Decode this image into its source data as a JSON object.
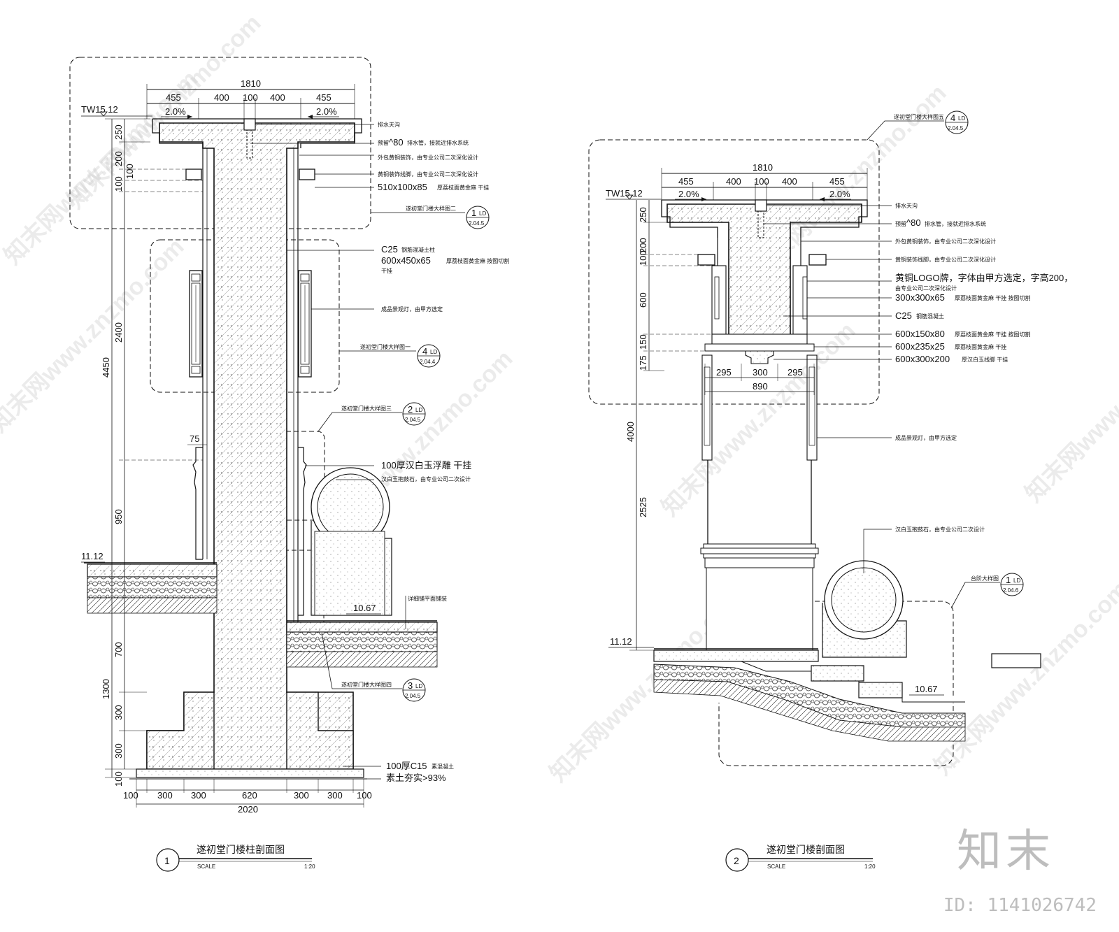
{
  "watermark": {
    "text": "知末网www.znzmo.com",
    "brand": "知末",
    "id_label": "ID: 1141026742"
  },
  "drawing1": {
    "number": "1",
    "title": "遂初堂门楼柱剖面图",
    "scale_label": "SCALE",
    "scale_value": "1:20",
    "top_dims": {
      "total": "1810",
      "d1": "455",
      "d2": "400",
      "d3": "100",
      "d4": "400",
      "d5": "455"
    },
    "slopes": {
      "left": "2.0%",
      "right": "2.0%"
    },
    "level_top": "TW15.12",
    "level_ground": "11.12",
    "level_step": "10.67",
    "left_dims": {
      "d250": "250",
      "d200": "200",
      "d100a": "100",
      "d100b": "100",
      "d2400": "2400",
      "d4450": "4450",
      "d950": "950",
      "d700": "700",
      "d1300": "1300",
      "d300a": "300",
      "d300b": "300",
      "d100c": "100"
    },
    "small_dim_75": "75",
    "bottom_dims": {
      "a": "100",
      "b": "300",
      "c": "300",
      "d": "620",
      "e": "300",
      "f": "300",
      "g": "100",
      "total": "2020"
    },
    "notes": {
      "n1": "排水天沟",
      "n2": "预留",
      "n2b": "^80",
      "n2c": "排水管，接就近排水系统",
      "n3": "外包黄铜装饰，由专业公司二次深化设计",
      "n4": "黄铜装饰线脚，由专业公司二次深化设计",
      "n5": "510x100x85",
      "n5b": "厚荔枝面黄金麻 干挂",
      "n6": "C25",
      "n6b": "钢筋混凝土柱",
      "n7": "600x450x65",
      "n7b": "厚荔枝面黄金麻 按图切割",
      "n7c": "干挂",
      "n8": "成品景观灯，由甲方选定",
      "n9": "100厚汉白玉浮雕 干挂",
      "n10": "汉白玉抱鼓石，由专业公司二次设计",
      "n11": "详细铺平面铺装",
      "n12": "100厚C15",
      "n12b": "素混凝土",
      "n13": "素土夯实>93%"
    },
    "callouts": [
      {
        "label": "遂初堂门楼大样图二",
        "num": "1",
        "tag": "LD",
        "ref": "2.04.5"
      },
      {
        "label": "遂初堂门楼大样图一",
        "num": "4",
        "tag": "LD",
        "ref": "2.04.4"
      },
      {
        "label": "遂初堂门楼大样图三",
        "num": "2",
        "tag": "LD",
        "ref": "2.04.5"
      },
      {
        "label": "遂初堂门楼大样图四",
        "num": "3",
        "tag": "LD",
        "ref": "2.04.5"
      }
    ]
  },
  "drawing2": {
    "number": "2",
    "title": "遂初堂门楼剖面图",
    "scale_label": "SCALE",
    "scale_value": "1:20",
    "top_dims": {
      "total": "1810",
      "d1": "455",
      "d2": "400",
      "d3": "100",
      "d4": "400",
      "d5": "455"
    },
    "slopes": {
      "left": "2.0%",
      "right": "2.0%"
    },
    "level_top": "TW15.12",
    "level_ground": "11.12",
    "level_step": "10.67",
    "left_dims": {
      "d250": "250",
      "d200": "200",
      "d100": "100",
      "d600": "600",
      "d150": "150",
      "d175": "175",
      "d4000": "4000",
      "d2525": "2525"
    },
    "base_dims": {
      "a": "295",
      "b": "300",
      "c": "295",
      "total": "890"
    },
    "notes": {
      "n1": "排水天沟",
      "n2": "预留",
      "n2b": "^80",
      "n2c": "排水管，接就近排水系统",
      "n3": "外包黄铜装饰，由专业公司二次深化设计",
      "n4": "黄铜装饰线脚，由专业公司二次深化设计",
      "n5": "黄铜LOGO牌，字体由甲方选定，字高200，",
      "n5b": "由专业公司二次深化设计",
      "n6": "300x300x65",
      "n6b": "厚荔枝面黄金麻 干挂 按图切割",
      "n7": "C25",
      "n7b": "钢筋混凝土",
      "n8": "600x150x80",
      "n8b": "厚荔枝面黄金麻 干挂 按图切割",
      "n9": "600x235x25",
      "n9b": "厚荔枝面黄金麻 干挂",
      "n10": "600x300x200",
      "n10b": "厚汉白玉线脚 干挂",
      "n11": "成品景观灯，由甲方选定",
      "n12": "汉白玉抱鼓石，由专业公司二次设计"
    },
    "callouts": [
      {
        "label": "遂初堂门楼大样图五",
        "num": "4",
        "tag": "LD",
        "ref": "2.04.5"
      },
      {
        "label": "台阶大样图",
        "num": "1",
        "tag": "LD",
        "ref": "2.04.6"
      }
    ]
  }
}
